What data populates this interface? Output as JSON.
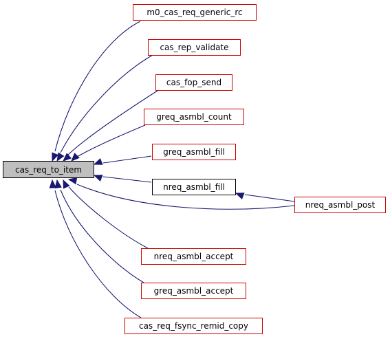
{
  "colors": {
    "edge": "#191970",
    "link_border": "#cc0000",
    "plain_border": "#000000",
    "focus_fill": "#bfbfbf"
  },
  "nodes": {
    "center": "cas_req_to_item",
    "m0_generic_rc": "m0_cas_req_generic_rc",
    "rep_validate": "cas_rep_validate",
    "fop_send": "cas_fop_send",
    "greq_count": "greq_asmbl_count",
    "greq_fill": "greq_asmbl_fill",
    "nreq_fill": "nreq_asmbl_fill",
    "nreq_post": "nreq_asmbl_post",
    "nreq_accept": "nreq_asmbl_accept",
    "greq_accept": "greq_asmbl_accept",
    "fsync_copy": "cas_req_fsync_remid_copy"
  }
}
